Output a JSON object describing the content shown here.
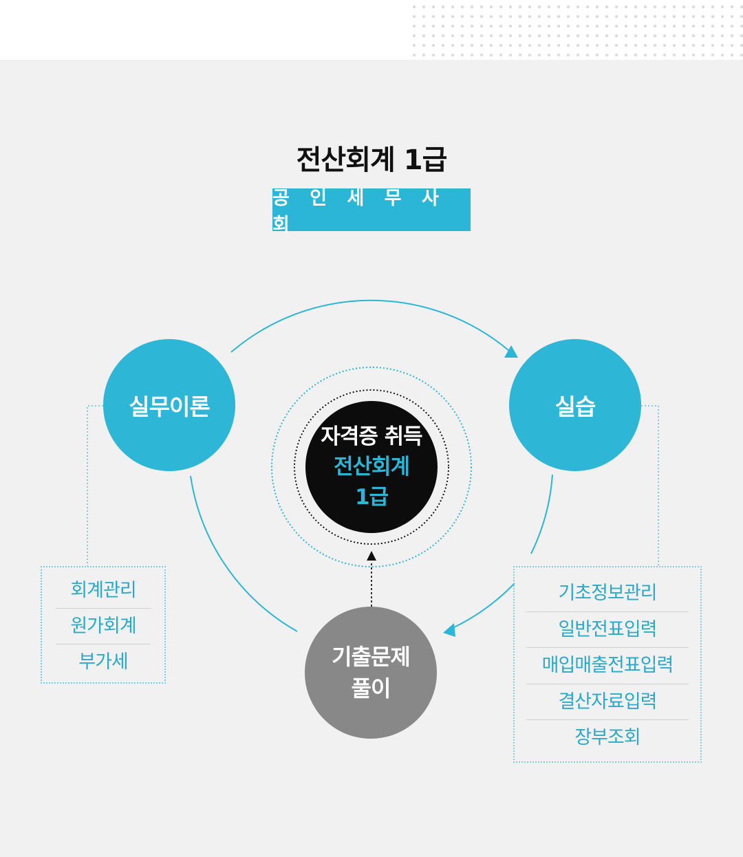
{
  "title": "전산회계 1급",
  "subtitle": "공 인 세 무 사 회",
  "nodes": {
    "theory": "실무이론",
    "practice": "실습",
    "past_exam_line1": "기출문제",
    "past_exam_line2": "풀이"
  },
  "center": {
    "line1": "자격증 취득",
    "line2": "전산회계",
    "line3": "1급"
  },
  "theory_topics": [
    "회계관리",
    "원가회계",
    "부가세"
  ],
  "practice_topics": [
    "기초정보관리",
    "일반전표입력",
    "매입매출전표입력",
    "결산자료입력",
    "장부조회"
  ],
  "colors": {
    "accent": "#2bb5d6",
    "gray_node": "#888888",
    "core": "#0c0c0c",
    "background": "#f1f1f1"
  }
}
